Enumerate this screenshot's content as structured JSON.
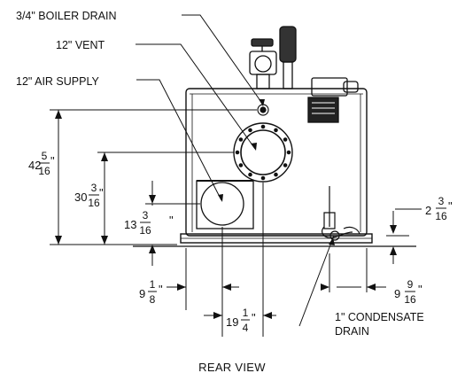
{
  "title": "REAR VIEW",
  "callouts": {
    "boiler_drain": "3/4\" BOILER DRAIN",
    "vent": "12\" VENT",
    "air_supply": "12\" AIR SUPPLY",
    "condensate_line1": "1\" CONDENSATE",
    "condensate_line2": "DRAIN"
  },
  "dimensions": {
    "overall_height": {
      "whole": "42",
      "num": "5",
      "den": "16",
      "unit": "\""
    },
    "vent_height": {
      "whole": "30",
      "num": "3",
      "den": "16",
      "unit": "\""
    },
    "air_height": {
      "whole": "13",
      "num": "3",
      "den": "16",
      "unit": "\""
    },
    "drain_right_height": {
      "whole": "2",
      "num": "3",
      "den": "16",
      "unit": "\""
    },
    "left_offset": {
      "whole": "9",
      "num": "1",
      "den": "8",
      "unit": "\""
    },
    "right_offset": {
      "whole": "9",
      "num": "9",
      "den": "16",
      "unit": "\""
    },
    "air_to_vent": {
      "whole": "19",
      "num": "1",
      "den": "4",
      "unit": "\""
    }
  }
}
